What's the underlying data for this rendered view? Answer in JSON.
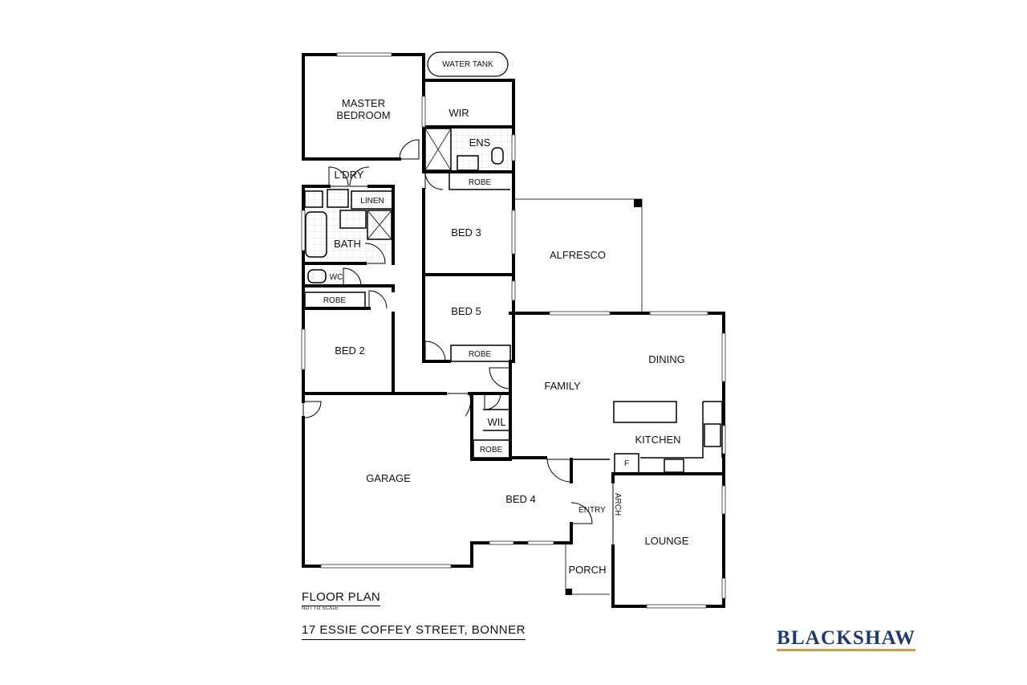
{
  "labels": {
    "water_tank": "WATER TANK",
    "master_bedroom_line1": "MASTER",
    "master_bedroom_line2": "BEDROOM",
    "wir": "WIR",
    "ens": "ENS",
    "robe_ens": "ROBE",
    "laundry": "L'DRY",
    "linen": "LINEN",
    "bath": "BATH",
    "wc": "WC",
    "robe_bed2": "ROBE",
    "bed2": "BED 2",
    "bed3": "BED 3",
    "bed5": "BED 5",
    "robe_bed5": "ROBE",
    "alfresco": "ALFRESCO",
    "dining": "DINING",
    "family": "FAMILY",
    "kitchen": "KITCHEN",
    "fridge": "F",
    "wil": "WIL",
    "robe_bed4": "ROBE",
    "garage": "GARAGE",
    "bed4": "BED 4",
    "entry": "ENTRY",
    "arch": "ARCH",
    "lounge": "LOUNGE",
    "porch": "PORCH"
  },
  "footer": {
    "title": "FLOOR PLAN",
    "scale_note": "NOT TO SCALE",
    "address": "17 ESSIE COFFEY STREET, BONNER"
  },
  "brand": {
    "name": "BLACKSHAW",
    "text_color": "#1f3b6e",
    "underline_color": "#c8a24a"
  }
}
